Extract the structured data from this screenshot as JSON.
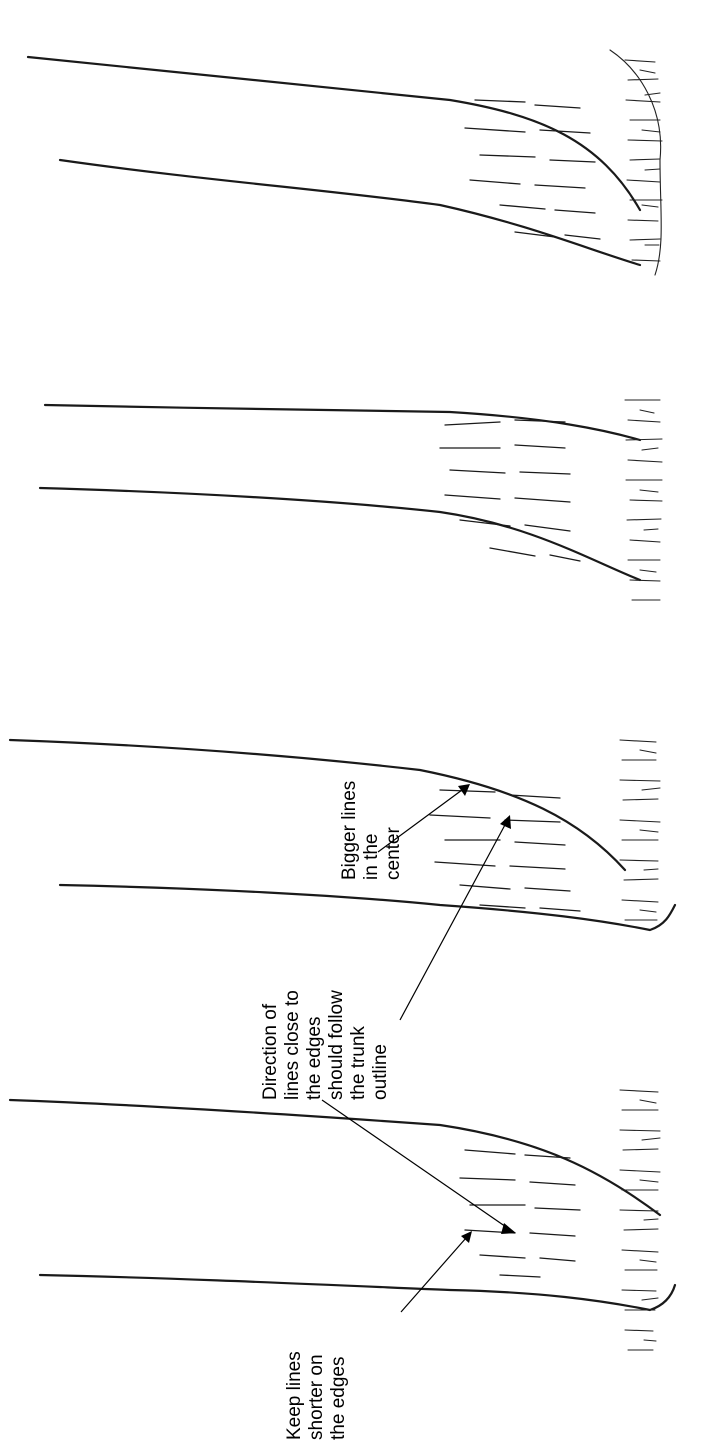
{
  "annotations": {
    "shorter_edges": [
      "Keep lines",
      "shorter on",
      "the edges"
    ],
    "direction": [
      "Direction of",
      "lines close to",
      "the edges",
      "should follow",
      "the trunk",
      "outline"
    ],
    "bigger_center": [
      "Bigger lines",
      "in the",
      "center"
    ]
  }
}
